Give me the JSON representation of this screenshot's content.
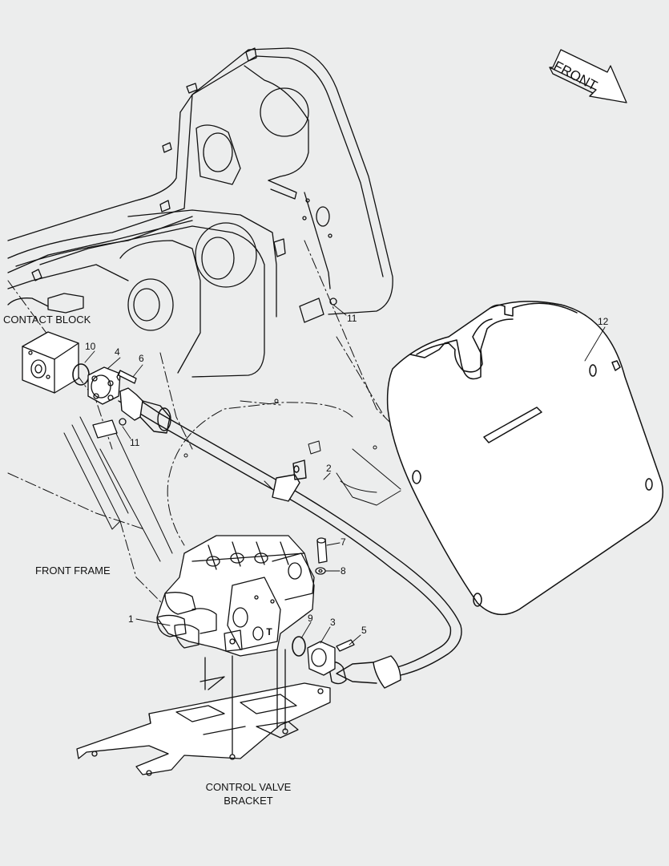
{
  "labels": {
    "front_arrow": "FRONT",
    "contact_block": "CONTACT BLOCK",
    "front_frame": "FRONT FRAME",
    "control_valve_bracket_line1": "CONTROL VALVE",
    "control_valve_bracket_line2": "BRACKET",
    "port_t": "T"
  },
  "callouts": [
    "1",
    "2",
    "3",
    "4",
    "5",
    "6",
    "7",
    "8",
    "9",
    "10",
    "11",
    "11",
    "12"
  ]
}
